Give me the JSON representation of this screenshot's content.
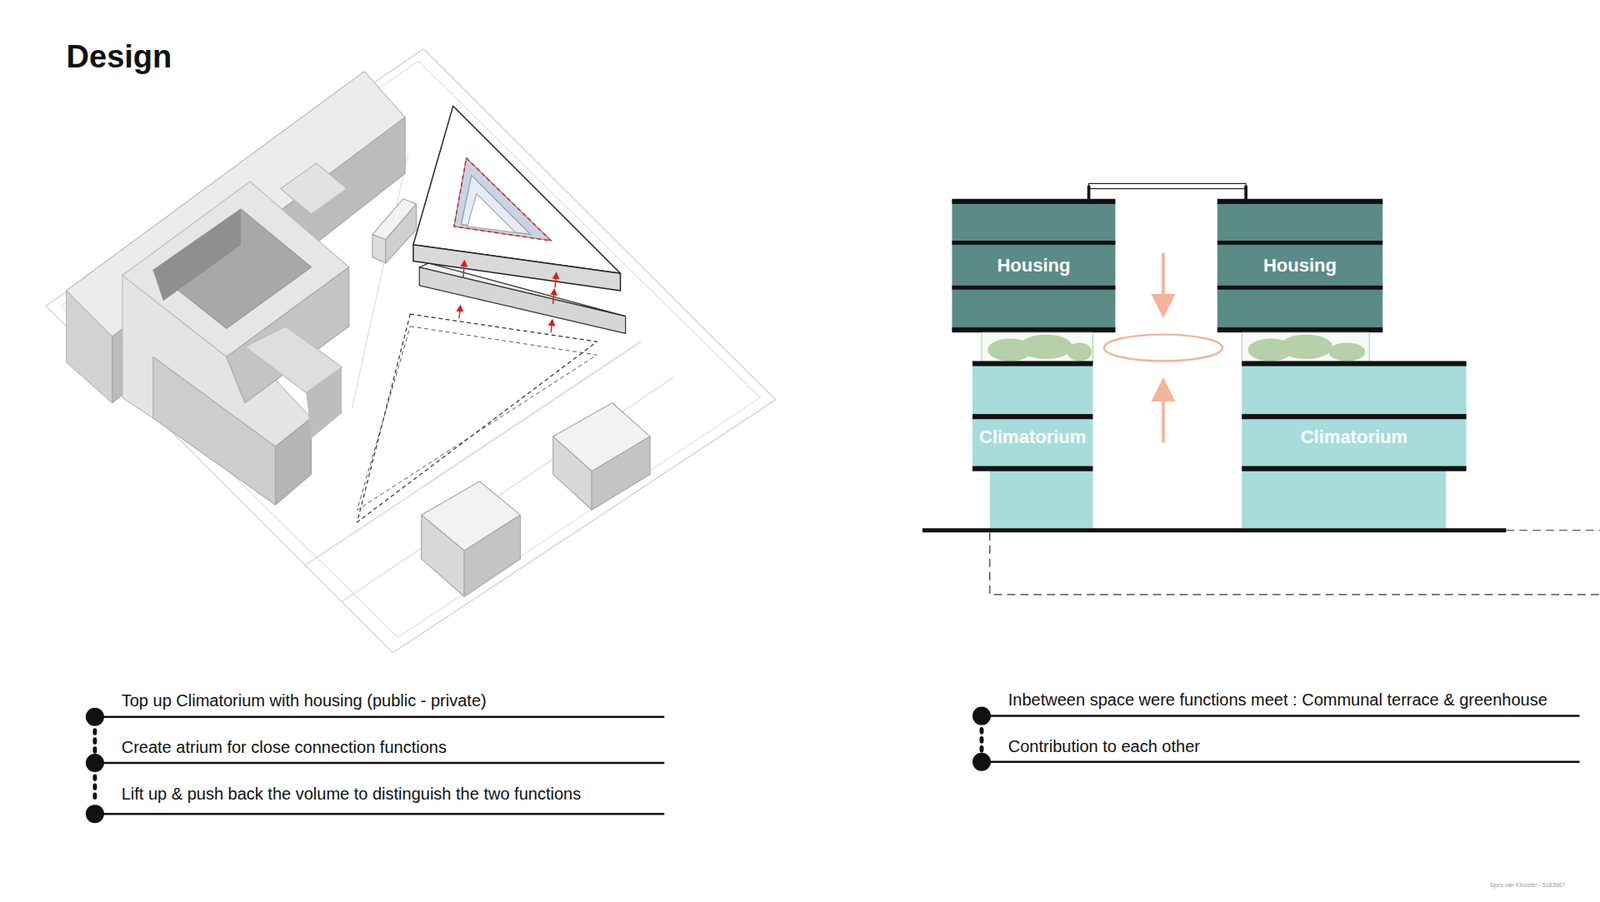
{
  "diagram": {
    "title": "Design",
    "nodes": [
      {
        "text": [
          "Housing"
        ]
      },
      {
        "text": [
          "Housing"
        ]
      },
      {
        "text": [
          "Climatorium"
        ]
      },
      {
        "text": [
          "Climatorium"
        ]
      }
    ],
    "labels": [
      "Top up Climatorium with housing  (public - private)",
      "Create atrium for close connection functions",
      "Lift up & push back the volume to distinguish  the two functions",
      "Inbetween space were functions meet : Communal terrace & greenhouse",
      "Contribution to each other",
      "Sjors van Klooster - 5183967"
    ]
  }
}
